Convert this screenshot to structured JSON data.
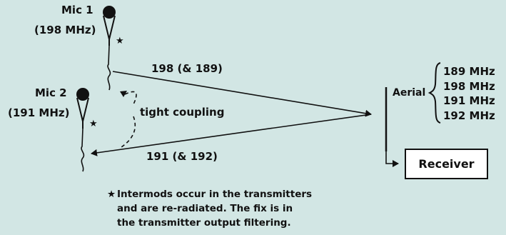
{
  "mic1": {
    "name": "Mic 1",
    "freq": "(198 MHz)",
    "star": "★"
  },
  "mic2": {
    "name": "Mic 2",
    "freq": "(191 MHz)",
    "star": "★"
  },
  "path_top_label": "198 (& 189)",
  "path_bottom_label": "191 (& 192)",
  "coupling_label": "tight coupling",
  "aerial_label": "Aerial",
  "aerial_freqs": [
    "189 MHz",
    "198 MHz",
    "191 MHz",
    "192 MHz"
  ],
  "receiver_label": "Receiver",
  "note": {
    "star": "★",
    "line1": "Intermods occur in the transmitters",
    "line2": "and are re-radiated. The fix is in",
    "line3": "the transmitter output filtering."
  },
  "colors": {
    "background": "#d2e6e4",
    "ink": "#111111",
    "box_fill": "#ffffff"
  }
}
